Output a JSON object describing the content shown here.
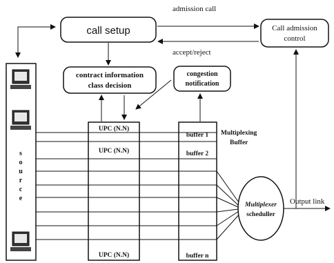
{
  "call_setup": {
    "label": "call setup"
  },
  "call_admission": {
    "line1": "Call admission",
    "line2": "control"
  },
  "admission_call": "admission call",
  "accept_reject": "accept/reject",
  "contract": {
    "line1": "contract information",
    "line2": "class decision"
  },
  "congestion": {
    "line1": "congestion",
    "line2": "notification"
  },
  "source": {
    "letters": [
      "s",
      "o",
      "u",
      "r",
      "c",
      "e"
    ]
  },
  "upc_labels": [
    "UPC (N.N)",
    "UPC (N.N)",
    "UPC (N.N)"
  ],
  "buffer_labels": [
    "buffer 1",
    "buffer 2",
    "buffer n"
  ],
  "multiplexing_buffer": {
    "line1": "Multiplexing",
    "line2": "Buffer"
  },
  "scheduler": {
    "line1": "Multiplexer",
    "line2": "scheduller"
  },
  "output_link": "Output link"
}
